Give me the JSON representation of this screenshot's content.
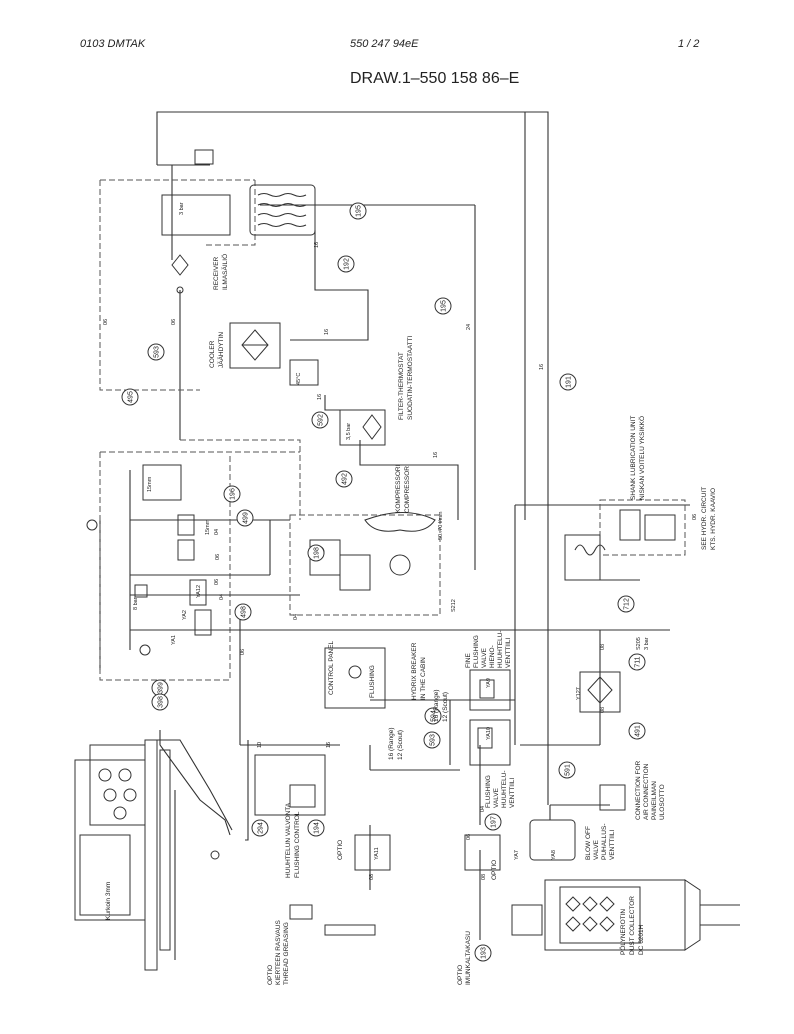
{
  "header": {
    "left": "0103   DMTAK",
    "center": "550 247 94eE",
    "right": "1 /  2"
  },
  "drawing_title": "DRAW.1–550 158 86–E",
  "callouts": [
    "195",
    "192",
    "195",
    "593",
    "495",
    "191",
    "592",
    "492",
    "198",
    "499",
    "196",
    "498",
    "399",
    "398",
    "593",
    "594",
    "711",
    "712",
    "491",
    "294",
    "194",
    "197",
    "193",
    "591"
  ],
  "labels": {
    "receiver": "RECEIVER",
    "receiver_fi": "ILMASÄILIÖ",
    "cooler": "COOLER",
    "cooler_fi": "JÄÄHDYTIN",
    "filter_thermostat": "FILTER-THERMOSTAT",
    "filter_thermostat_fi": "SUODATIN-TERMOSTAATTI",
    "compressor_fi": "KOMPRESSORI",
    "compressor": "COMPRESSOR",
    "shank_lube": "SHANK LUBRICATION UNIT",
    "shank_lube_fi": "NISKAN VOITELU YKSIKKÖ",
    "hydr_circuit": "SEE HYDR. CIRCUIT",
    "hydr_circuit_fi": "KTS. HYDR. KAAVIO",
    "control_panel": "CONTROL PANEL",
    "flushing": "FLUSHING",
    "hydr_breaker": "HYDRIX BREAKER",
    "in_cabin": "IN THE CABIN",
    "fine_flushing": "FINE",
    "fine_flushing2": "FLUSHING",
    "fine_flushing3": "VALVE",
    "fine_flushing_fi": "HIENO-",
    "fine_flushing_fi2": "HUUHTELU-",
    "fine_flushing_fi3": "VENTTIILI",
    "flushing_valve": "FLUSHING",
    "flushing_valve2": "VALVE",
    "flushing_valve_fi": "HUUHTELU-",
    "flushing_valve_fi2": "VENTTIILI",
    "flushing_control": "HUUHTELUN VALVONTA",
    "flushing_control2": "FLUSHING CONTROL",
    "air_connection": "CONNECTION FOR",
    "air_connection2": "AIR CONNECTION",
    "air_connection3": "PAINEILMAN",
    "air_connection4": "ULOSOTTO",
    "blow_off": "BLOW OFF",
    "blow_off2": "VALVE",
    "blow_off_fi": "PUHALLUS-",
    "blow_off_fi2": "VENTTIILI",
    "dust_collector_fi": "PÖLYNEROTIN",
    "dust_collector": "DUST COLLECTOR",
    "dust_collector_code": "DC 6201H",
    "thread_greasing": "OPTIO",
    "thread_greasing2": "KIERTEEN RASVAUS",
    "thread_greasing3": "THREAD GREASING",
    "suction_hose": "OPTIO",
    "suction_hose2": "IMUNKALTAKASU",
    "optio_a": "OPTIO",
    "optio_b": "OPTIO",
    "kurkoin": "Kurkoin 3mm",
    "bar3": "3 bar",
    "bar35": "3,5 bar",
    "bar8": "8 bar",
    "temp": "45°C",
    "rpm": "50..70 l/min",
    "range1": "16 (Range)",
    "range1b": "12 (Scout)",
    "range2": "16 (Range)",
    "range2b": "12 (Scout)",
    "s205": "S205",
    "s205b": "3 bar",
    "s212": "S212",
    "yv": [
      "YA7",
      "YA8",
      "YA9",
      "YA10",
      "YA11",
      "YA12",
      "Y127",
      "YA2",
      "YA1"
    ],
    "pipe_sizes": [
      "16",
      "06",
      "24",
      "16",
      "16",
      "16",
      "16",
      "06",
      "04",
      "06",
      "08",
      "08",
      "06",
      "06",
      "06",
      "10",
      "16",
      "08",
      "08",
      "04",
      "04",
      "04",
      "06"
    ],
    "mm15": "15mm",
    "mm15b": "15mm"
  },
  "colors": {
    "line": "#333333",
    "background": "#ffffff"
  }
}
